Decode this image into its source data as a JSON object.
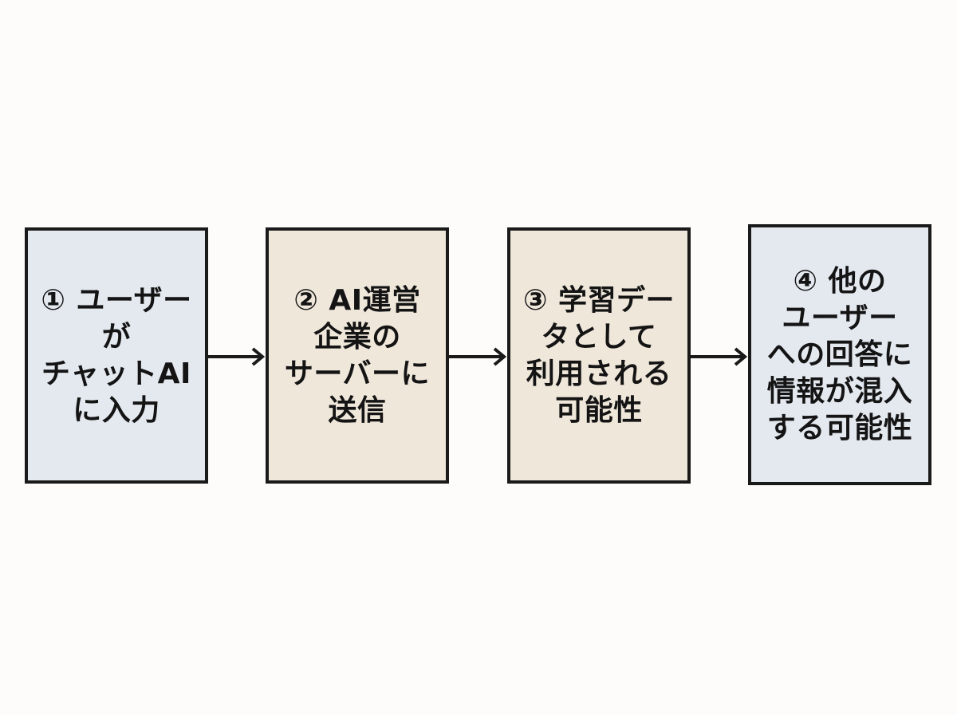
{
  "steps": [
    {
      "lines": [
        "① ユーザー",
        "が",
        "チャットAI",
        "に入力"
      ],
      "fill": "#e4e9f0"
    },
    {
      "lines": [
        "② AI運営",
        "企業の",
        "サーバーに",
        "送信"
      ],
      "fill": "#efe7da"
    },
    {
      "lines": [
        "③ 学習デー",
        "タとして",
        "利用される",
        "可能性"
      ],
      "fill": "#efe7da"
    },
    {
      "lines": [
        "④ 他の",
        "ユーザー",
        "への回答に",
        "情報が混入",
        "する可能性"
      ],
      "fill": "#e4e9f0"
    }
  ],
  "colors": {
    "border": "#1a1a1a",
    "arrow": "#1a1a1a",
    "background": "#fdfcfa"
  }
}
